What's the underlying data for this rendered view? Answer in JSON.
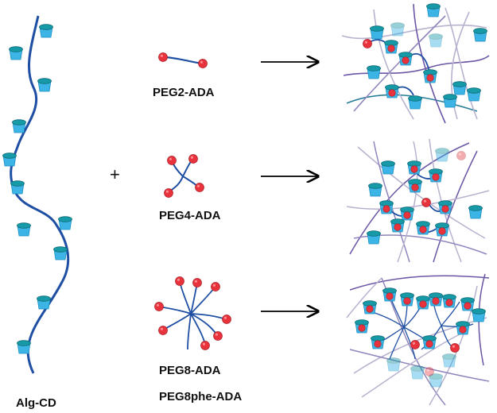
{
  "labels": {
    "alg": "Alg-CD",
    "plus": "+",
    "peg2": "PEG2-ADA",
    "peg4": "PEG4-ADA",
    "peg8": "PEG8-ADA",
    "peg8phe": "PEG8phe-ADA"
  },
  "colors": {
    "backbone": "#1f4fa3",
    "cd_body": "#3cb4e6",
    "cd_ring": "#167f8a",
    "ada": "#e8323c",
    "network_purple": "#6b56a6",
    "network_grey": "#b8b2cf",
    "arrow": "#000000"
  },
  "icons": [
    "cyclodextrin-icon",
    "adamantane-bead-icon",
    "arrow-right-icon"
  ]
}
